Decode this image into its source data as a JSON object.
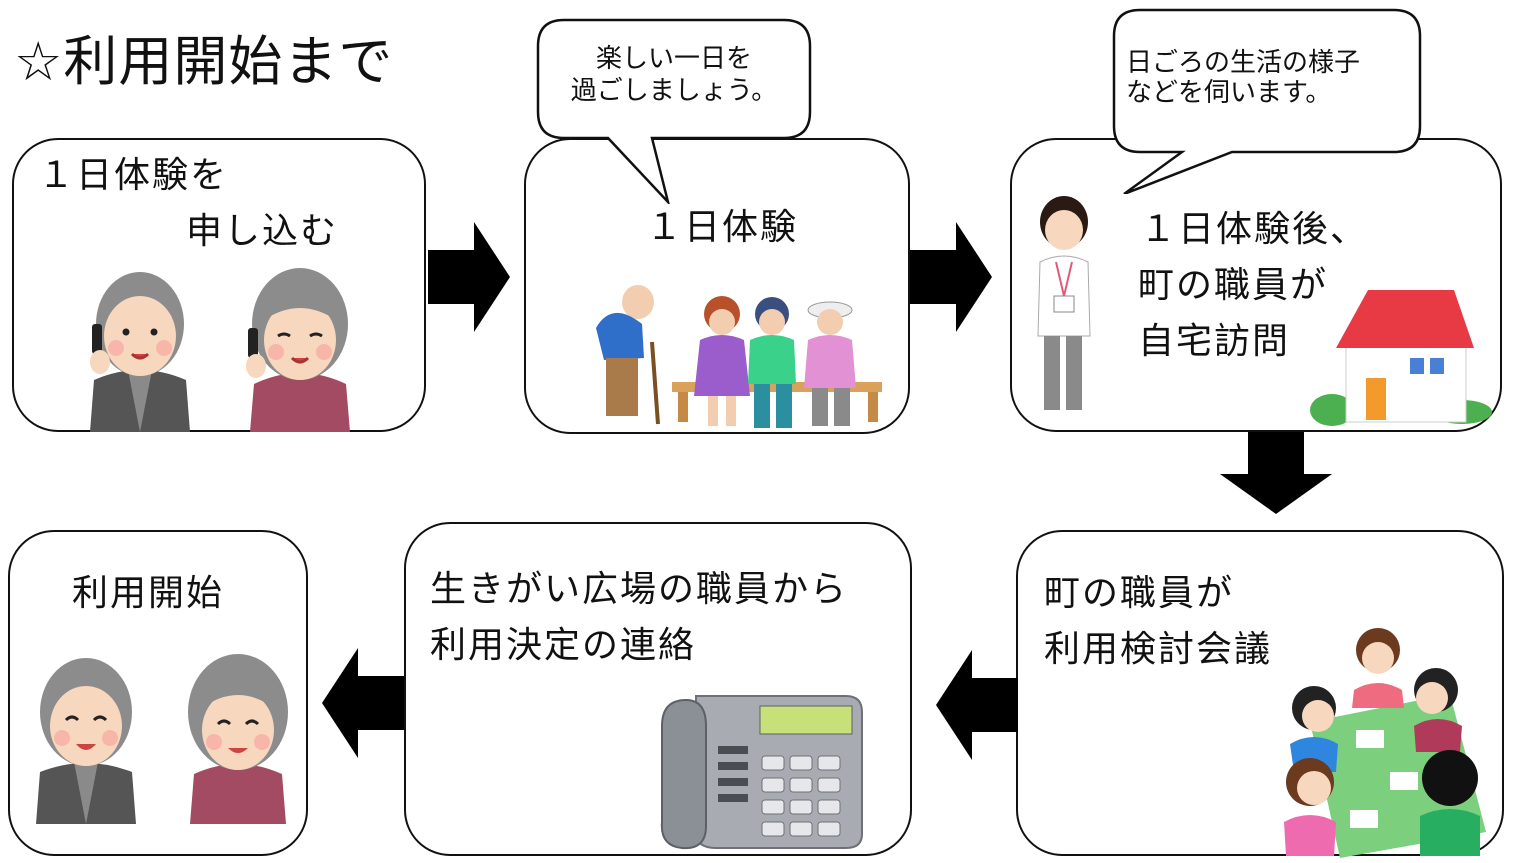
{
  "title": "☆利用開始まで",
  "steps": [
    {
      "lines": [
        "１日体験を",
        "申し込む"
      ]
    },
    {
      "lines": [
        "１日体験"
      ],
      "bubble": [
        "楽しい一日を",
        "過ごしましょう。"
      ]
    },
    {
      "lines": [
        "１日体験後、",
        "町の職員が",
        "自宅訪問"
      ],
      "bubble": [
        "日ごろの生活の様子",
        "などを伺います。"
      ]
    },
    {
      "lines": [
        "町の職員が",
        "利用検討会議"
      ]
    },
    {
      "lines": [
        "生きがい広場の職員から",
        "利用決定の連絡"
      ]
    },
    {
      "lines": [
        "利用開始"
      ]
    }
  ],
  "colors": {
    "arrow": "#000000",
    "border": "#111111",
    "roof": "#e83a44",
    "skin": "#f8d7bf",
    "hair_gray": "#8c8c8c"
  }
}
